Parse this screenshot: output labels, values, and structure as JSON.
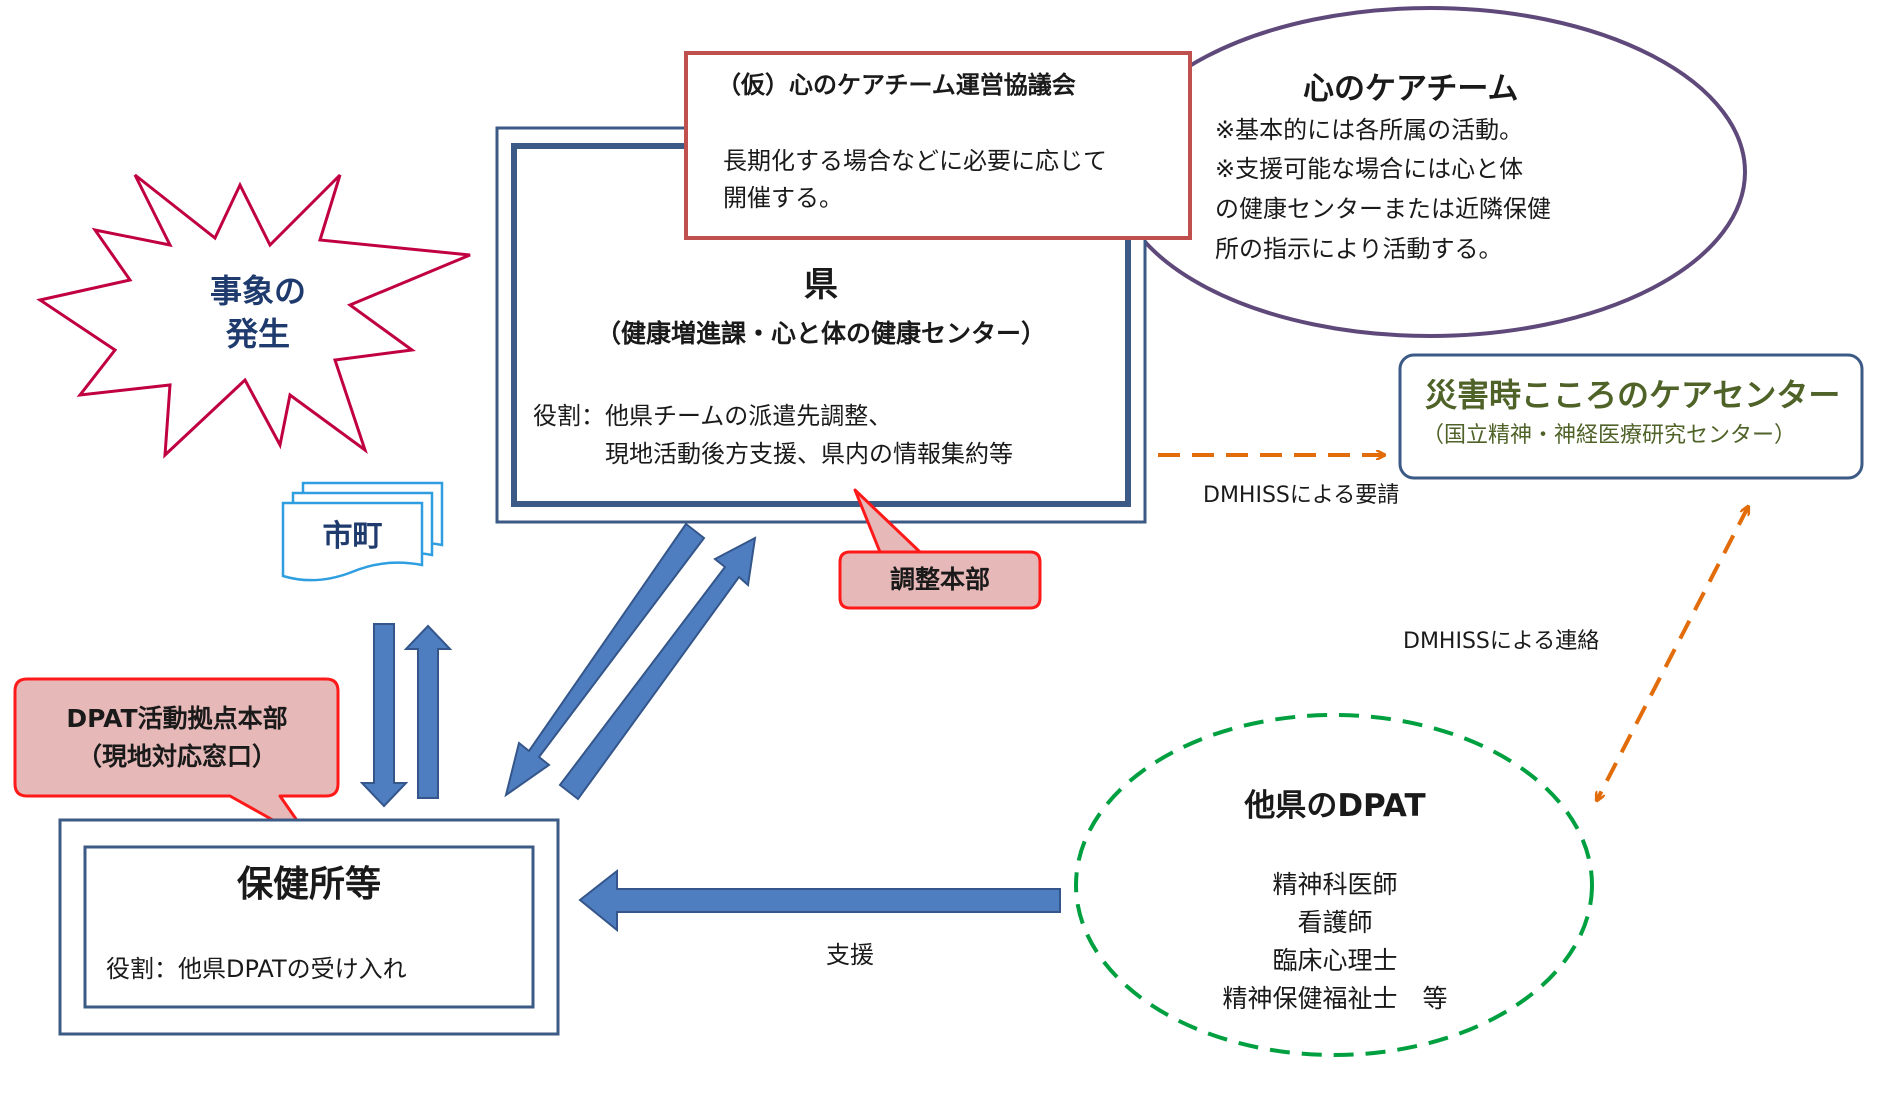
{
  "event": {
    "line1": "事象の",
    "line2": "発生"
  },
  "council": {
    "title": "（仮）心のケアチーム運営協議会",
    "body_line1": "長期化する場合などに必要に応じて",
    "body_line2": "開催する。"
  },
  "care_team": {
    "title": "心のケアチーム",
    "line1": "※基本的には各所属の活動。",
    "line2": "※支援可能な場合には心と体",
    "line3": "の健康センターまたは近隣保健",
    "line4": "所の指示により活動する。"
  },
  "prefecture": {
    "title": "県",
    "subtitle": "（健康増進課・心と体の健康センター）",
    "role_line1": "役割：他県チームの派遣先調整、",
    "role_line2": "現地活動後方支援、県内の情報集約等"
  },
  "hq_callout": {
    "label": "調整本部"
  },
  "disaster_center": {
    "title": "災害時こころのケアセンター",
    "subtitle": "（国立精神・神経医療研究センター）"
  },
  "edge_labels": {
    "request": "DMHISSによる要請",
    "contact": "DMHISSによる連絡",
    "support": "支援"
  },
  "municipality": {
    "label": "市町"
  },
  "dpat_base_callout": {
    "line1": "DPAT活動拠点本部",
    "line2": "（現地対応窓口）"
  },
  "health_center": {
    "title": "保健所等",
    "role": "役割：他県DPATの受け入れ"
  },
  "other_dpat": {
    "title": "他県のDPAT",
    "members": [
      "精神科医師",
      "看護師",
      "臨床心理士",
      "精神保健福祉士　等"
    ]
  },
  "colors": {
    "frame_blue": "#3c5a86",
    "arrow_blue": "#4f7ec0",
    "red_border": "#c0504d",
    "callout_fill": "#e6b9b8",
    "purple": "#5f497a",
    "green_title": "#4f6228",
    "orange": "#e36c0a",
    "dashed_green": "#00a040",
    "municipality_blue": "#2e9ee0"
  }
}
